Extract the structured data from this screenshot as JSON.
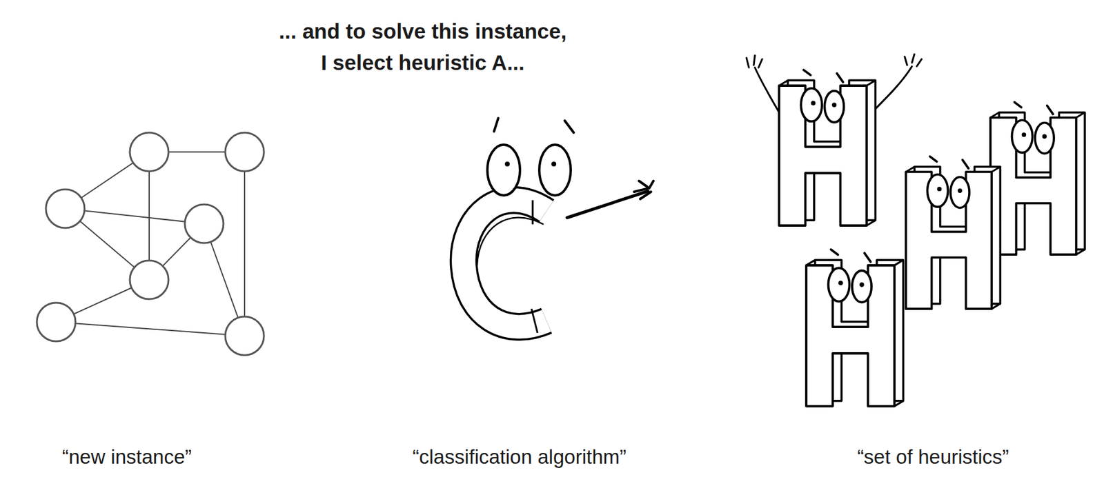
{
  "diagram": {
    "labels": [
      "... and to solve this instance, I select heuristic A...",
      "“new instance”",
      "“classification algorithm”",
      "“set of heuristics”"
    ]
  }
}
